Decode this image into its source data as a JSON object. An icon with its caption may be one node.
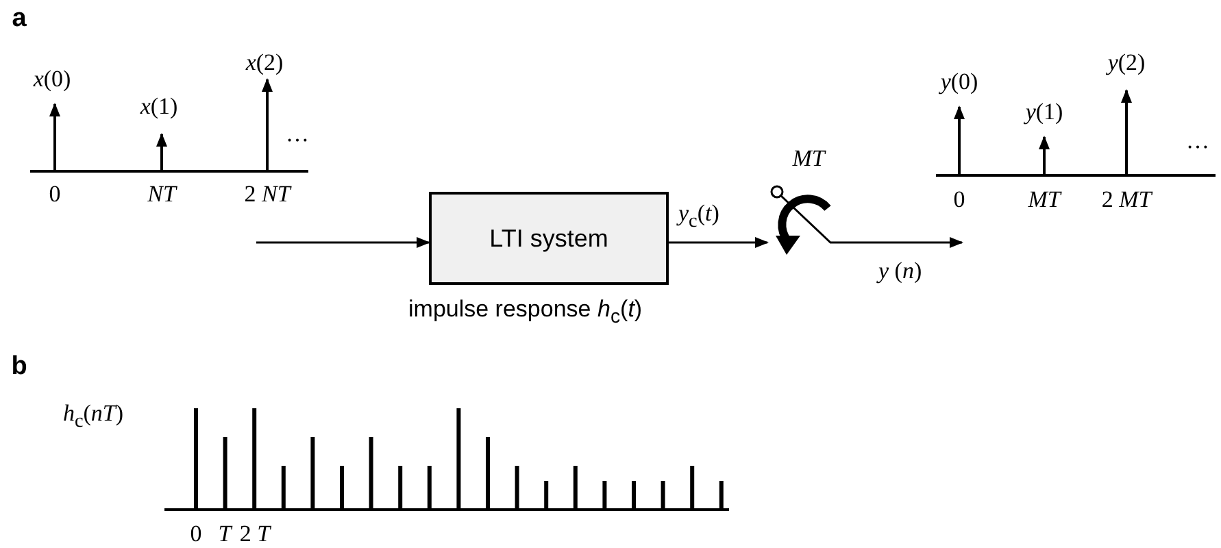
{
  "diagram": {
    "nodes": [
      {
        "text": [
          "LTI system"
        ],
        "beside": [
          "impulse response *h*$_{c}$(*t*)"
        ]
      },
      {
        "text": [],
        "shape": "switch",
        "beside": [
          "*MT*"
        ]
      }
    ],
    "edges": [
      {
        "from": null,
        "to": 0,
        "arrow": "to"
      },
      {
        "from": 0,
        "to": 1,
        "arrow": "to",
        "label": "*y*$_{c}$(*t*)"
      },
      {
        "from": 1,
        "to": null,
        "arrow": "to",
        "label": "*y* (*n*)"
      }
    ],
    "labels": [
      "a",
      "*x*(0)",
      "*x*(1)",
      "*x*(2)",
      "…",
      "0",
      "*NT*",
      "2 *NT*",
      "*y*(0)",
      "*y*(1)",
      "*y*(2)",
      "…",
      "0",
      "*MT*",
      "2 *MT*",
      "b",
      "*h*$_{c}$(*nT*)",
      "0",
      "*T*",
      "2 *T*"
    ]
  }
}
